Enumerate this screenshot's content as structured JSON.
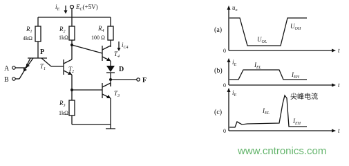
{
  "circuit": {
    "supply_label": "E",
    "supply_sub": "C",
    "supply_value": "(+5V)",
    "current_is_label": "i",
    "current_is_sub": "E",
    "current_ic4_label": "i",
    "current_ic4_sub": "C4",
    "resistors": [
      {
        "name": "R",
        "sub": "1",
        "value": "4kΩ"
      },
      {
        "name": "R",
        "sub": "2",
        "value": "1kΩ"
      },
      {
        "name": "R",
        "sub": "4",
        "value": "100 Ω"
      },
      {
        "name": "R",
        "sub": "3",
        "value": "1kΩ"
      }
    ],
    "transistors": [
      {
        "name": "T",
        "sub": "1"
      },
      {
        "name": "T",
        "sub": "2"
      },
      {
        "name": "T",
        "sub": "3"
      },
      {
        "name": "T",
        "sub": "4"
      }
    ],
    "node_p": "P",
    "diode_label": "D",
    "input_a": "A",
    "input_b": "B",
    "output_f": "F"
  },
  "waveforms": [
    {
      "panel": "(a)",
      "ylabel": "u",
      "ysub": "o",
      "xlabel": "t",
      "annotations": [
        {
          "text": "U",
          "sub": "OH"
        },
        {
          "text": "U",
          "sub": "OL"
        }
      ]
    },
    {
      "panel": "(b)",
      "ylabel": "i",
      "ysub": "E",
      "xlabel": "t",
      "annotations": [
        {
          "text": "I",
          "sub": "EL"
        },
        {
          "text": "I",
          "sub": "EH"
        }
      ]
    },
    {
      "panel": "(c)",
      "ylabel": "i",
      "ysub": "E",
      "xlabel": "t",
      "annotations": [
        {
          "text": "尖峰电流",
          "sub": ""
        },
        {
          "text": "I",
          "sub": "EL"
        },
        {
          "text": "I",
          "sub": "EH"
        }
      ]
    }
  ],
  "zero_label": "0",
  "watermark": "www.cntronics.com"
}
